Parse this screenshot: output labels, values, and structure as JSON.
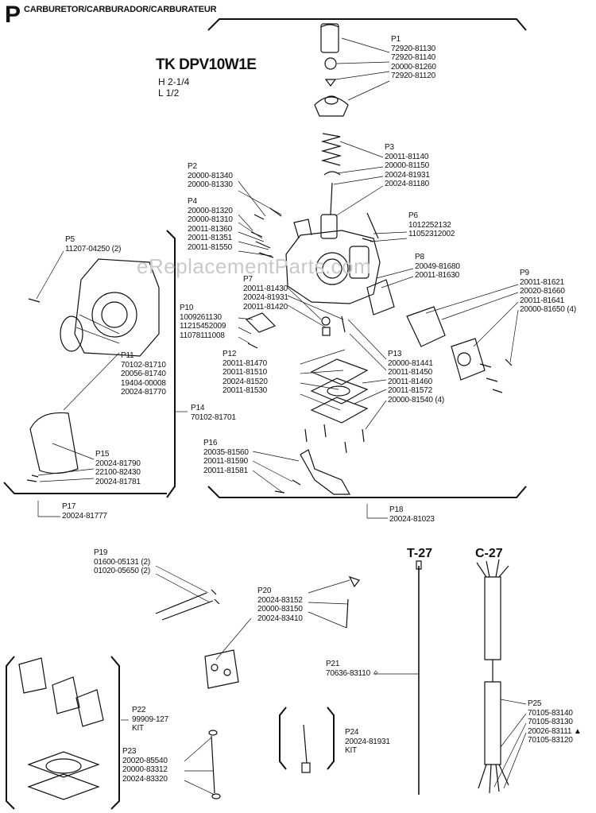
{
  "header": {
    "section_letter": "P",
    "title": "CARBURETOR/CARBURADOR/CARBURATEUR"
  },
  "model": {
    "name": "TK DPV10W1E",
    "h_setting": "H 2-1/4",
    "l_setting": "L 1/2"
  },
  "watermark": "eReplacementParts.com",
  "callouts": [
    {
      "id": "P1",
      "parts": [
        "72920-81130",
        "72920-81140",
        "20000-81260",
        "72920-81120"
      ]
    },
    {
      "id": "P2",
      "parts": [
        "20000-81340",
        "20000-81330"
      ]
    },
    {
      "id": "P3",
      "parts": [
        "20011-81140",
        "20000-81150",
        "20024-81931",
        "20024-81180"
      ]
    },
    {
      "id": "P4",
      "parts": [
        "20000-81320",
        "20000-81310",
        "20011-81360",
        "20011-81351",
        "20011-81550"
      ]
    },
    {
      "id": "P5",
      "parts": [
        "11207-04250 (2)"
      ]
    },
    {
      "id": "P6",
      "parts": [
        "1012252132",
        "11052312002"
      ]
    },
    {
      "id": "P7",
      "parts": [
        "20011-81430",
        "20024-81931",
        "20011-81420"
      ]
    },
    {
      "id": "P8",
      "parts": [
        "20049-81680",
        "20011-81630"
      ]
    },
    {
      "id": "P9",
      "parts": [
        "20011-81621",
        "20020-81660",
        "20011-81641",
        "20000-81650 (4)"
      ]
    },
    {
      "id": "P10",
      "parts": [
        "1009261130",
        "11215452009",
        "11078111008"
      ]
    },
    {
      "id": "P11",
      "parts": [
        "70102-81710",
        "20056-81740",
        "19404-00008",
        "20024-81770"
      ]
    },
    {
      "id": "P12",
      "parts": [
        "20011-81470",
        "20011-81510",
        "20024-81520",
        "20011-81530"
      ]
    },
    {
      "id": "P13",
      "parts": [
        "20000-81441",
        "20011-81450",
        "20011-81460",
        "20011-81572",
        "20000-81540 (4)"
      ]
    },
    {
      "id": "P14",
      "parts": [
        "70102-81701"
      ]
    },
    {
      "id": "P15",
      "parts": [
        "20024-81790",
        "22100-82430",
        "20024-81781"
      ]
    },
    {
      "id": "P16",
      "parts": [
        "20035-81560",
        "20011-81590",
        "20011-81581"
      ]
    },
    {
      "id": "P17",
      "parts": [
        "20024-81777"
      ]
    },
    {
      "id": "P18",
      "parts": [
        "20024-81023"
      ]
    },
    {
      "id": "P19",
      "parts": [
        "01600-05131 (2)",
        "01020-05650 (2)"
      ]
    },
    {
      "id": "P20",
      "parts": [
        "20024-83152",
        "20000-83150",
        "20024-83410"
      ]
    },
    {
      "id": "P21",
      "parts": [
        "70636-83110 ✧"
      ]
    },
    {
      "id": "P22",
      "parts": [
        "99909-127",
        "KIT"
      ]
    },
    {
      "id": "P23",
      "parts": [
        "20020-85540",
        "20000-83312",
        "20024-83320"
      ]
    },
    {
      "id": "P24",
      "parts": [
        "20024-81931",
        "KIT"
      ]
    },
    {
      "id": "P25",
      "parts": [
        "70105-83140",
        "70105-83130",
        "20026-83111 ▲",
        "70105-83120"
      ]
    }
  ],
  "cables": {
    "t_label": "T-27",
    "c_label": "C-27"
  }
}
